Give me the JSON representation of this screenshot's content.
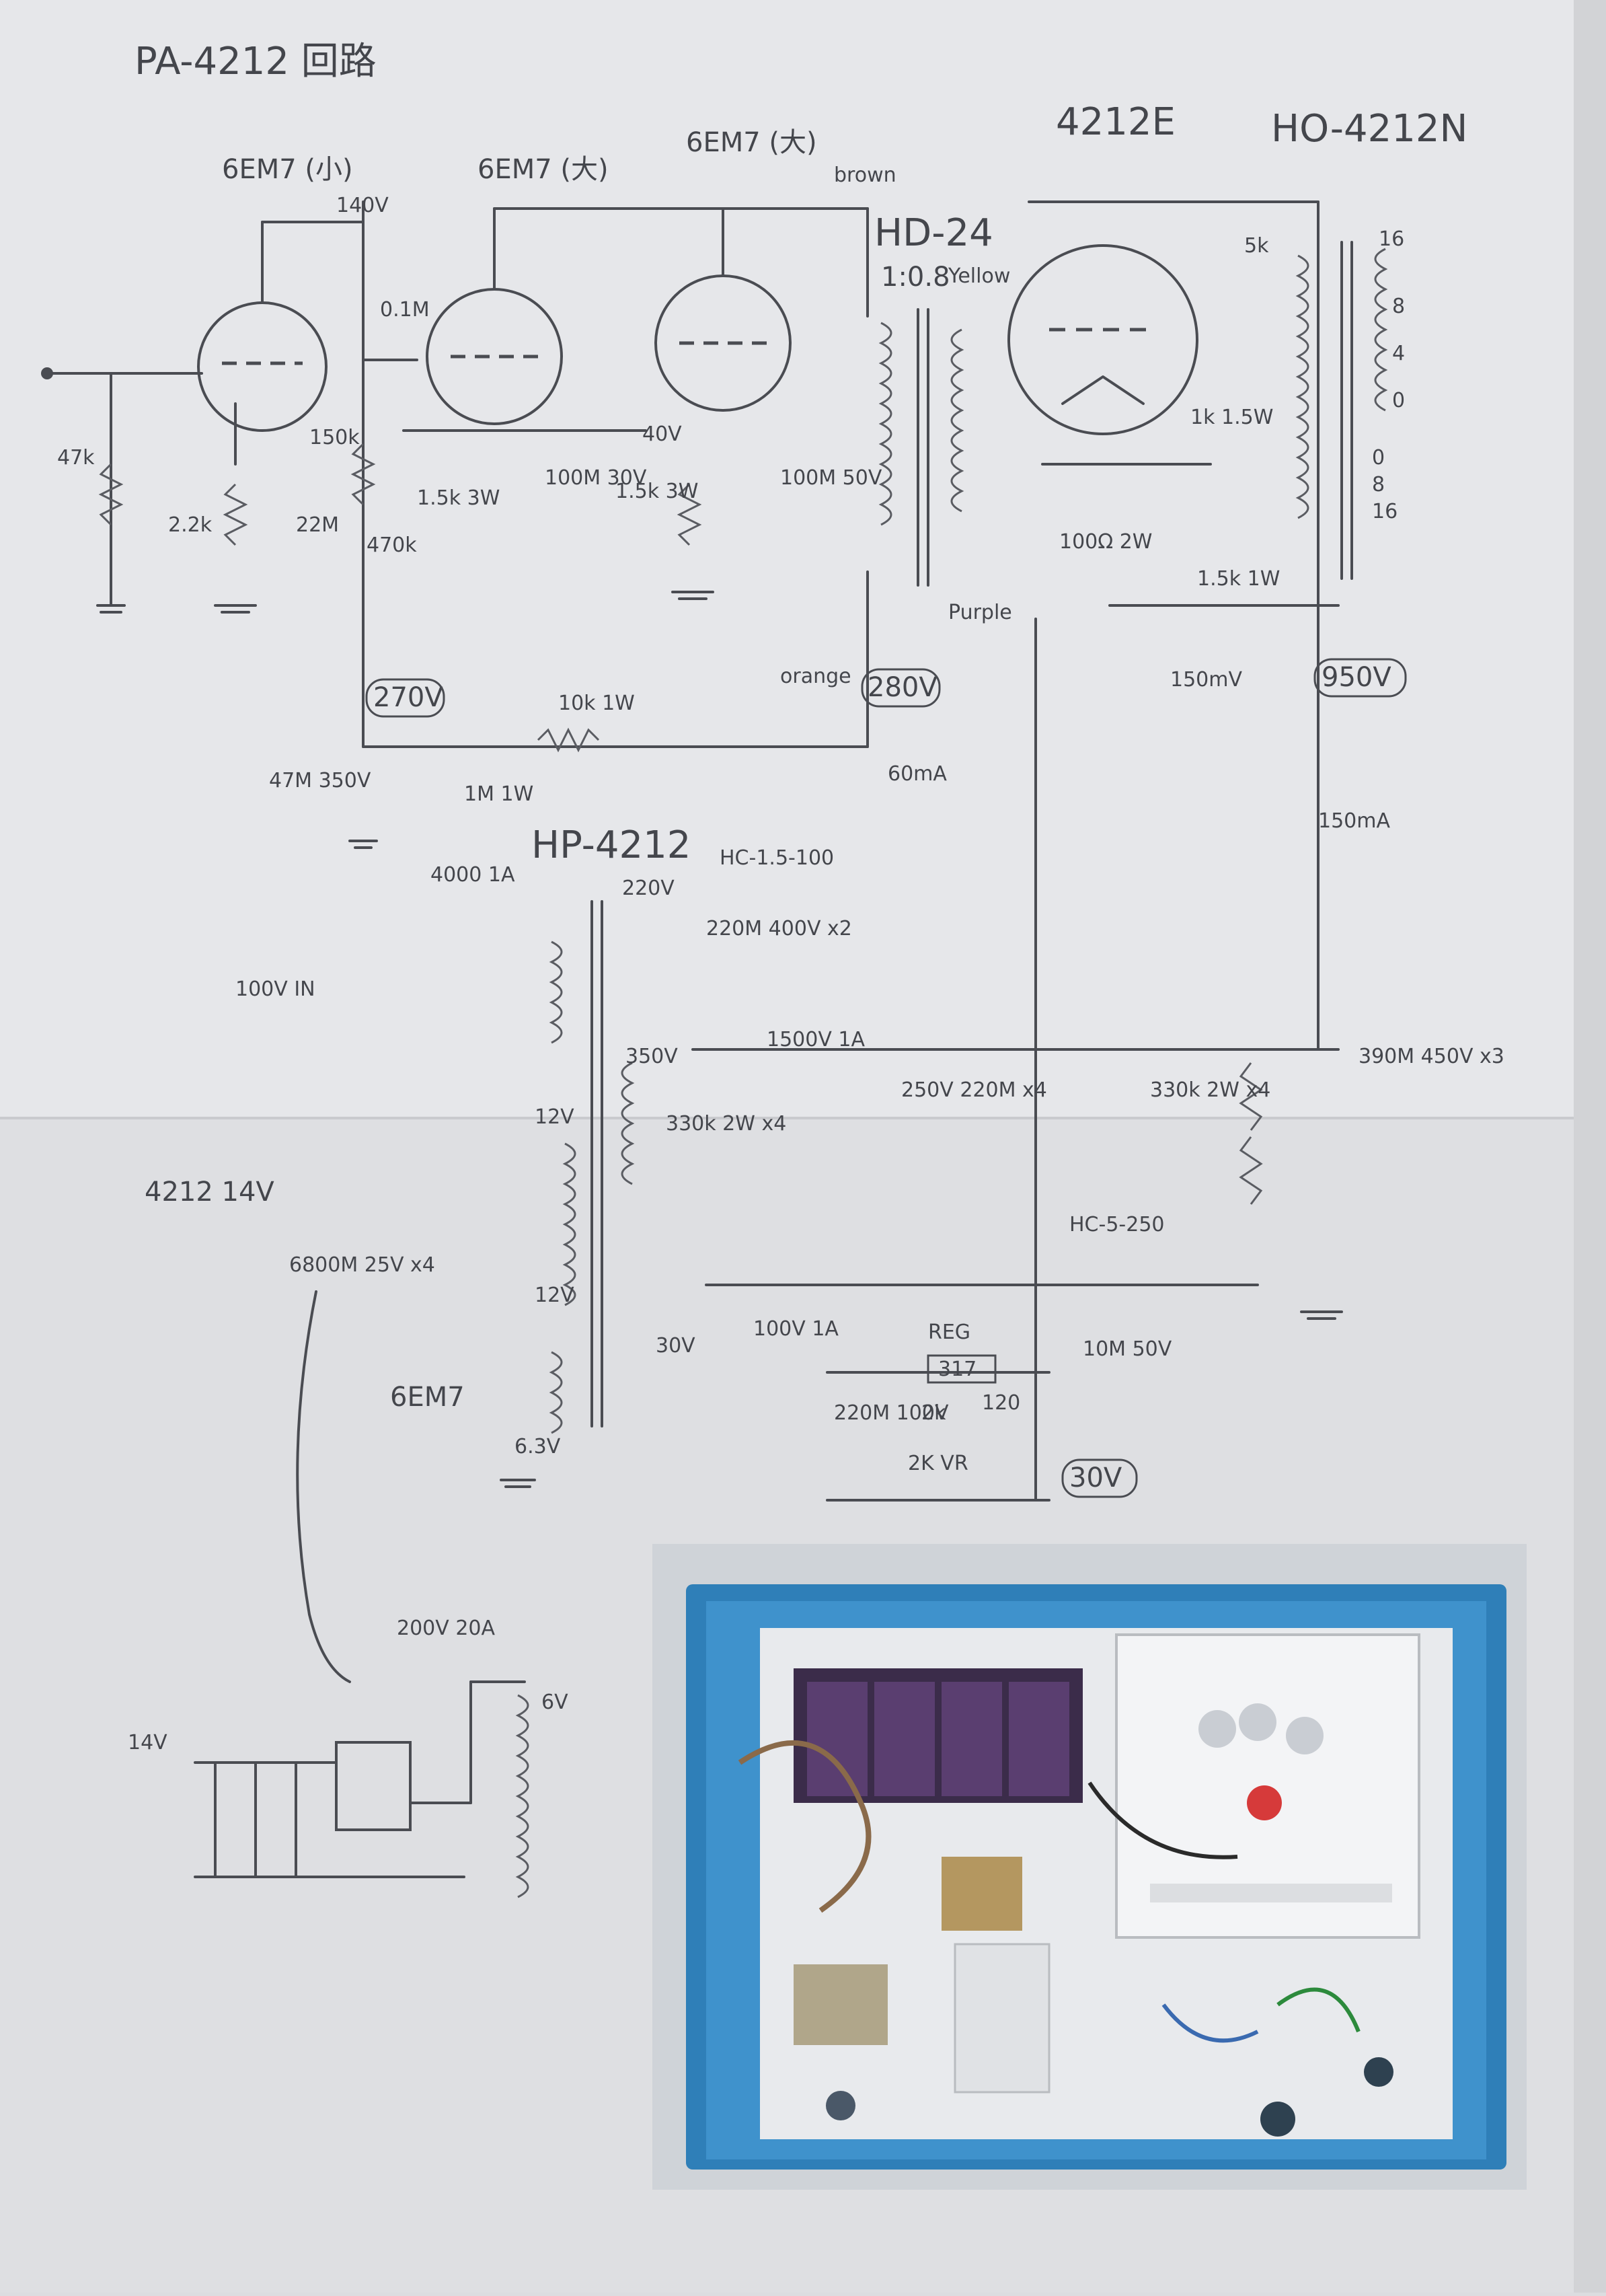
{
  "title": "PA-4212 回路",
  "tubes": {
    "t1": "6EM7 (小)",
    "t2": "6EM7 (大)",
    "t3": "6EM7 (大)",
    "power": "4212E",
    "heater_tube": "6EM7"
  },
  "transformers": {
    "interstage": "HD-24",
    "interstage_ratio": "1:0.8",
    "output": "HO-4212N",
    "power": "HP-4212",
    "choke1": "HC-1.5-100",
    "choke2": "HC-5-250",
    "out_primary": "5k",
    "taps": [
      "16",
      "8",
      "4",
      "0"
    ],
    "taps2": [
      "0",
      "8",
      "16"
    ]
  },
  "wire_colors": {
    "brown": "brown",
    "yellow": "Yellow",
    "orange": "orange",
    "purple": "Purple"
  },
  "voltages": {
    "v140": "140V",
    "v270": "270V",
    "v280": "280V",
    "v950": "950V",
    "v30": "30V",
    "v40": "40V",
    "i60": "60mA",
    "i150": "150mA"
  },
  "components": {
    "r47k": "47k",
    "r2k2": "2.2k",
    "c22u": "22M",
    "r150k": "150k",
    "c01": "0.1M",
    "r470k": "470k",
    "r1k5": "1.5k 3W",
    "c100u30": "100M 30V",
    "r15k3w": "1.5k 3W",
    "c100u50": "100M 50V",
    "r10k1w": "10k 1W",
    "c47u": "47M 350V",
    "r1m": "1M 1W",
    "r1k": "1k 1.5W",
    "r100": "100Ω 2W",
    "r1k5_1w": "1.5k 1W",
    "v150": "150mV",
    "ac_in": "100V IN",
    "fuse": "4000 1A",
    "v220": "220V",
    "c220u400": "220M 400V x2",
    "v350": "350V",
    "d1500": "1500V 1A",
    "r330k": "330k 2W x4",
    "c220u250": "250V 220M x4",
    "r330k_b": "330k 2W x4",
    "c390u": "390M 450V x3",
    "heater_label": "4212 14V",
    "c6800": "6800M 25V x4",
    "t12a": "12V",
    "t12b": "12V",
    "v30ac": "30V",
    "bridge": "100V 1A",
    "reg": "REG",
    "reg_val": "317",
    "c10u": "10M 50V",
    "c220u100": "220M 100V",
    "r2k": "2k",
    "r120": "120",
    "vr2k": "2K VR",
    "v63": "6.3V",
    "v14": "14V",
    "bridge2": "200V 20A",
    "tap6": "6V"
  }
}
